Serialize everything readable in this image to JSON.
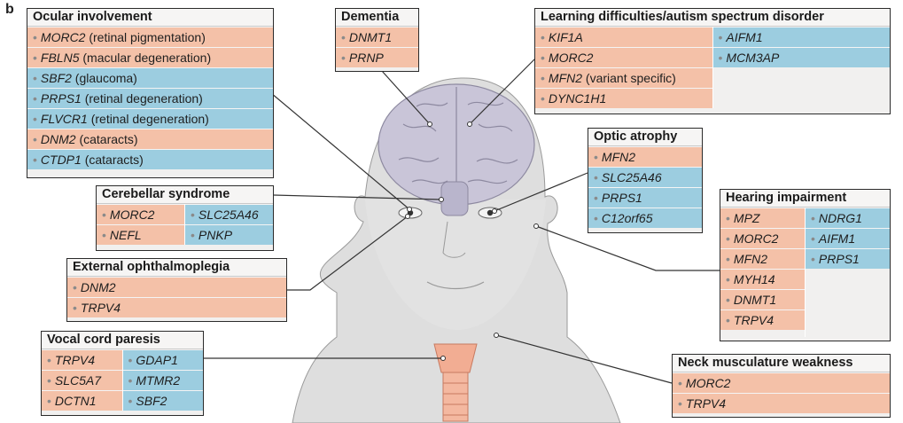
{
  "panel_label": "b",
  "colors": {
    "pink": "#f4c1a8",
    "blue": "#9ccde0",
    "grey": "#f1f0ef",
    "skin": "#dedede",
    "brain": "#c9c5d8"
  },
  "boxes": {
    "ocular": {
      "title": "Ocular involvement",
      "rows": [
        {
          "gene": "MORC2",
          "note": "(retinal pigmentation)",
          "color": "pink"
        },
        {
          "gene": "FBLN5",
          "note": "(macular degeneration)",
          "color": "pink"
        },
        {
          "gene": "SBF2",
          "note": "(glaucoma)",
          "color": "blue"
        },
        {
          "gene": "PRPS1",
          "note": "(retinal degeneration)",
          "color": "blue"
        },
        {
          "gene": "FLVCR1",
          "note": "(retinal degeneration)",
          "color": "blue"
        },
        {
          "gene": "DNM2",
          "note": "(cataracts)",
          "color": "pink"
        },
        {
          "gene": "CTDP1",
          "note": "(cataracts)",
          "color": "blue"
        }
      ]
    },
    "dementia": {
      "title": "Dementia",
      "rows": [
        {
          "gene": "DNMT1",
          "note": "",
          "color": "pink"
        },
        {
          "gene": "PRNP",
          "note": "",
          "color": "pink"
        }
      ]
    },
    "learning": {
      "title": "Learning difficulties/autism spectrum disorder",
      "left": [
        {
          "gene": "KIF1A",
          "note": "",
          "color": "pink"
        },
        {
          "gene": "MORC2",
          "note": "",
          "color": "pink"
        },
        {
          "gene": "MFN2",
          "note": "(variant specific)",
          "color": "pink"
        },
        {
          "gene": "DYNC1H1",
          "note": "",
          "color": "pink"
        }
      ],
      "right": [
        {
          "gene": "AIFM1",
          "note": "",
          "color": "blue"
        },
        {
          "gene": "MCM3AP",
          "note": "",
          "color": "blue"
        }
      ]
    },
    "optic": {
      "title": "Optic atrophy",
      "rows": [
        {
          "gene": "MFN2",
          "note": "",
          "color": "pink"
        },
        {
          "gene": "SLC25A46",
          "note": "",
          "color": "blue"
        },
        {
          "gene": "PRPS1",
          "note": "",
          "color": "blue"
        },
        {
          "gene": "C12orf65",
          "note": "",
          "color": "blue"
        }
      ]
    },
    "cerebellar": {
      "title": "Cerebellar syndrome",
      "left": [
        {
          "gene": "MORC2",
          "note": "",
          "color": "pink"
        },
        {
          "gene": "NEFL",
          "note": "",
          "color": "pink"
        }
      ],
      "right": [
        {
          "gene": "SLC25A46",
          "note": "",
          "color": "blue"
        },
        {
          "gene": "PNKP",
          "note": "",
          "color": "blue"
        }
      ]
    },
    "hearing": {
      "title": "Hearing impairment",
      "left": [
        {
          "gene": "MPZ",
          "note": "",
          "color": "pink"
        },
        {
          "gene": "MORC2",
          "note": "",
          "color": "pink"
        },
        {
          "gene": "MFN2",
          "note": "",
          "color": "pink"
        },
        {
          "gene": "MYH14",
          "note": "",
          "color": "pink"
        },
        {
          "gene": "DNMT1",
          "note": "",
          "color": "pink"
        },
        {
          "gene": "TRPV4",
          "note": "",
          "color": "pink"
        }
      ],
      "right": [
        {
          "gene": "NDRG1",
          "note": "",
          "color": "blue"
        },
        {
          "gene": "AIFM1",
          "note": "",
          "color": "blue"
        },
        {
          "gene": "PRPS1",
          "note": "",
          "color": "blue"
        }
      ]
    },
    "external": {
      "title": "External ophthalmoplegia",
      "rows": [
        {
          "gene": "DNM2",
          "note": "",
          "color": "pink"
        },
        {
          "gene": "TRPV4",
          "note": "",
          "color": "pink"
        }
      ]
    },
    "vocal": {
      "title": "Vocal cord paresis",
      "left": [
        {
          "gene": "TRPV4",
          "note": "",
          "color": "pink"
        },
        {
          "gene": "SLC5A7",
          "note": "",
          "color": "pink"
        },
        {
          "gene": "DCTN1",
          "note": "",
          "color": "pink"
        }
      ],
      "right": [
        {
          "gene": "GDAP1",
          "note": "",
          "color": "blue"
        },
        {
          "gene": "MTMR2",
          "note": "",
          "color": "blue"
        },
        {
          "gene": "SBF2",
          "note": "",
          "color": "blue"
        }
      ]
    },
    "neck": {
      "title": "Neck musculature weakness",
      "rows": [
        {
          "gene": "MORC2",
          "note": "",
          "color": "pink"
        },
        {
          "gene": "TRPV4",
          "note": "",
          "color": "pink"
        }
      ]
    }
  }
}
